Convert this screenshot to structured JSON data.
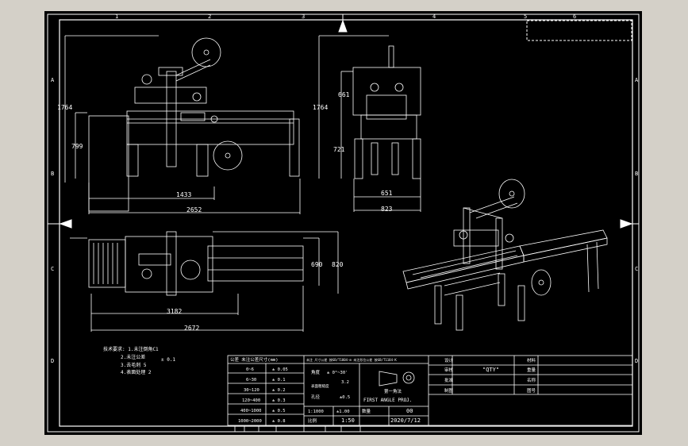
{
  "sheet": {
    "zone_letters": [
      "A",
      "B",
      "C",
      "D"
    ],
    "zone_numbers": [
      "1",
      "2",
      "3",
      "4",
      "5",
      "6"
    ]
  },
  "front_view": {
    "dim_height_total": "1764",
    "dim_height_table": "799",
    "dim_width_frame": "1433",
    "dim_width_total": "2652"
  },
  "side_view": {
    "dim_height_total": "1764",
    "dim_upper": "661",
    "dim_lower": "721",
    "dim_width_inner": "651",
    "dim_width_outer": "823"
  },
  "top_view": {
    "dim_width_a": "690",
    "dim_width_b": "820",
    "dim_len_frame": "3182",
    "dim_len_total": "2672"
  },
  "notes": {
    "line1": "技术要求: 1.未注倒角C1",
    "line2": "2.未注公差",
    "line3": "± 0.1",
    "line4": "3.去毛刺 5",
    "line5": "4.表面处理 2"
  },
  "tolerance_table": {
    "header": "公差  未注公差尺寸(mm)",
    "rows": [
      {
        "range": "0~6",
        "tol": "± 0.05"
      },
      {
        "range": "6~30",
        "tol": "± 0.1"
      },
      {
        "range": "30~120",
        "tol": "± 0.2"
      },
      {
        "range": "120~400",
        "tol": "± 0.3"
      },
      {
        "range": "400~1000",
        "tol": "± 0.5"
      },
      {
        "range": "1000~2000",
        "tol": "± 0.8"
      }
    ]
  },
  "general": {
    "header": "未注 尺寸公差 按GB/T1804-m 未注形位公差 按GB/T1184-K",
    "angle_label": "角度",
    "angle_value": "± 0°~30'",
    "roughness_label": "表面粗糙度",
    "roughness_value": "3.2",
    "hole_label": "孔径",
    "hole_value": "±0.5",
    "qty_label": "1:1000",
    "qty_value": "±1.00",
    "scale_label": "比例",
    "scale_value": "1:50",
    "projection_cn": "第一角法",
    "projection_en": "FIRST ANGLE PROJ.",
    "material_label": "数量",
    "material_value": "00",
    "date_value": "2020/7/12"
  },
  "title_block": {
    "designer_label": "设计",
    "checker_label": "审核",
    "approver_label": "批准",
    "drafter_label": "制图",
    "qty_field": "\"QTY\"",
    "material_field": "材料",
    "weight_field": "重量",
    "name_field": "名称",
    "number_field": "图号"
  },
  "colors": {
    "canvas": "#000000",
    "line": "#ffffff",
    "frame_bg": "#d4d0c8"
  }
}
